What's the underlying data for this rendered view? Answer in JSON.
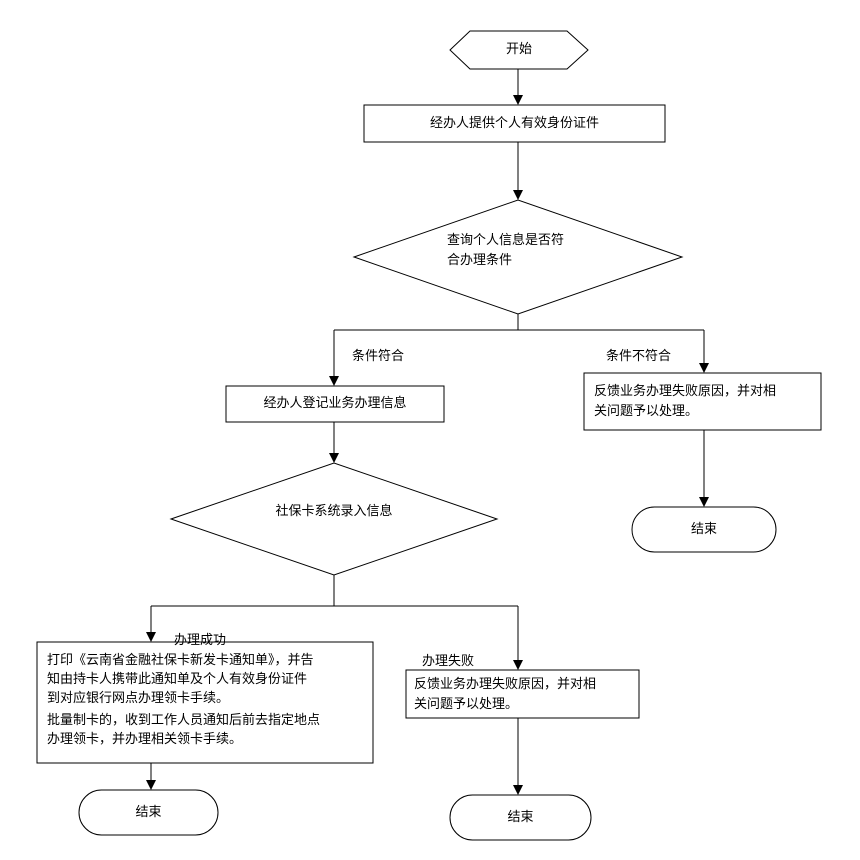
{
  "flowchart": {
    "start": "开始",
    "provide_id": "经办人提供个人有效身份证件",
    "decision_check": [
      "查询个人信息是否符",
      "合办理条件"
    ],
    "label_ok": "条件符合",
    "label_not_ok": "条件不符合",
    "register_info": "经办人登记业务办理信息",
    "feedback_fail_right": [
      "反馈业务办理失败原因，并对相",
      "关问题予以处理。"
    ],
    "end_right": "结束",
    "decision_entry": "社保卡系统录入信息",
    "label_success": "办理成功",
    "label_failure": "办理失败",
    "print_notice": [
      "打印《云南省金融社保卡新发卡通知单》，并告",
      "知由持卡人携带此通知单及个人有效身份证件",
      "到对应银行网点办理领卡手续。",
      "批量制卡的，收到工作人员通知后前去指定地点",
      "办理领卡，并办理相关领卡手续。"
    ],
    "feedback_fail_mid": [
      "反馈业务办理失败原因，并对相",
      "关问题予以处理。"
    ],
    "end_left": "结束",
    "end_mid": "结束"
  }
}
